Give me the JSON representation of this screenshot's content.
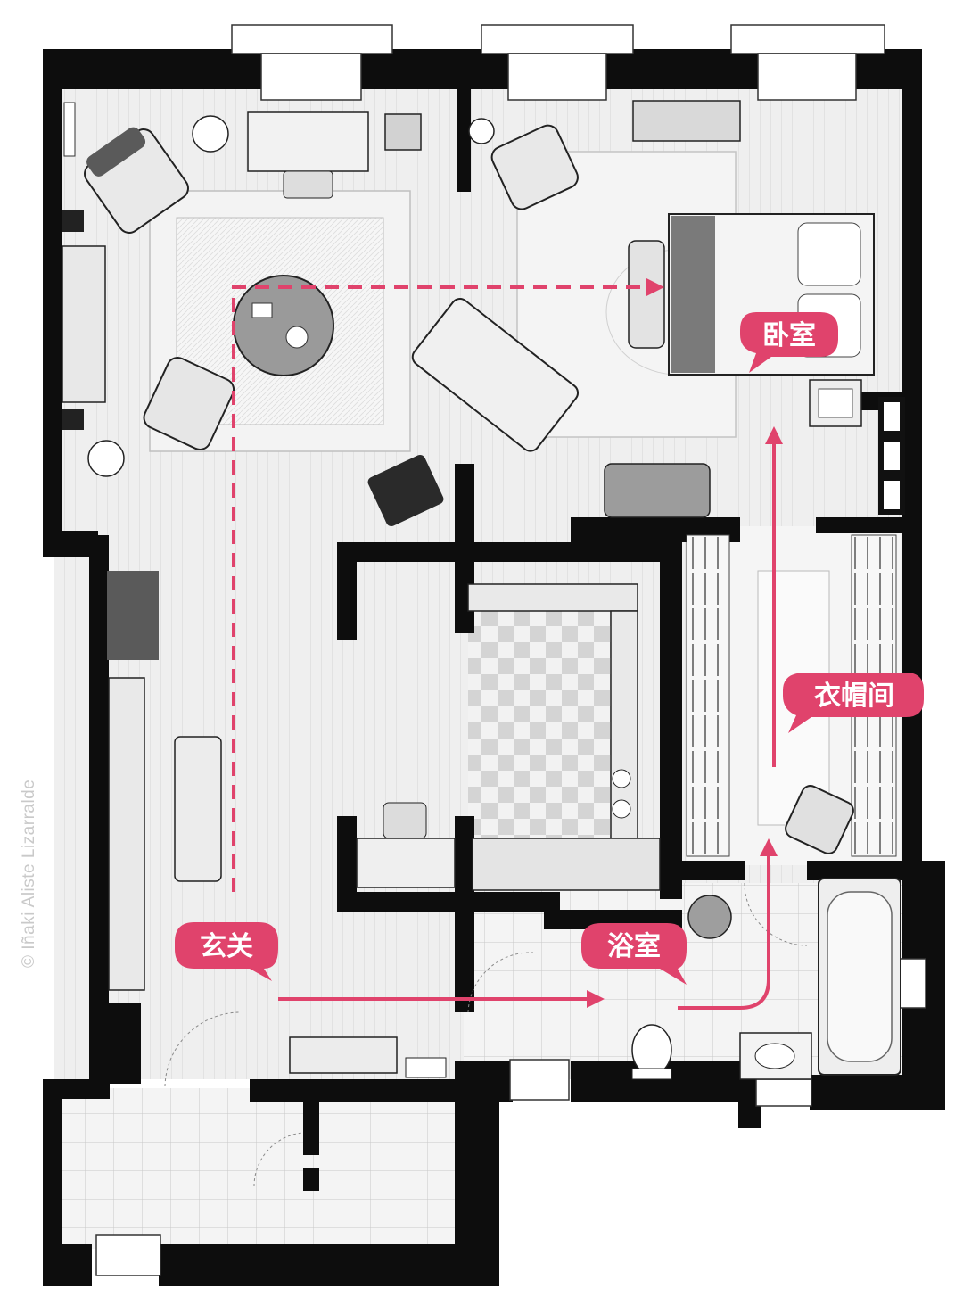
{
  "labels": {
    "bedroom": "卧室",
    "entrance": "玄关",
    "bathroom": "浴室",
    "closet": "衣帽间"
  },
  "credit": "© Iñaki Aliste Lizarralde",
  "colors": {
    "wall": "#0d0d0d",
    "floor": "#eeeeee",
    "accent": "#e0436c",
    "label_text": "#ffffff"
  }
}
